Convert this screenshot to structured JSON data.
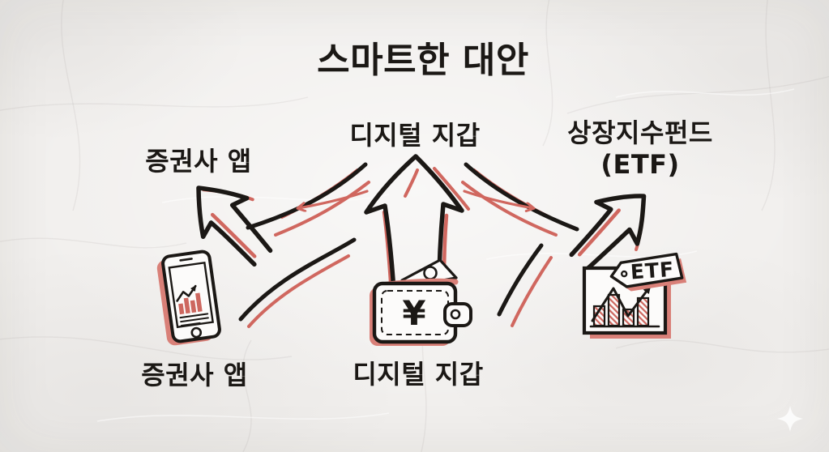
{
  "slide": {
    "title": "스마트한 대안",
    "ink_color": "#1b1815",
    "accent_red": "#d0675f",
    "shadow_red": "#d98078",
    "paper_color": "#f1efed"
  },
  "items": [
    {
      "id": "securities-app",
      "top_label": "증권사 앱",
      "bottom_label": "증권사 앱",
      "icon": "smartphone-stock-chart-icon"
    },
    {
      "id": "digital-wallet",
      "top_label": "디지털 지갑",
      "bottom_label": "디지털 지갑",
      "icon": "wallet-icon",
      "currency_symbol": "¥"
    },
    {
      "id": "etf",
      "top_label_line1": "상장지수펀드",
      "top_label_line2": "(ETF)",
      "icon": "bar-chart-with-tag-icon",
      "tag_label": "ETF"
    }
  ],
  "watermark": {
    "shape": "four-point-star-sparkle"
  }
}
